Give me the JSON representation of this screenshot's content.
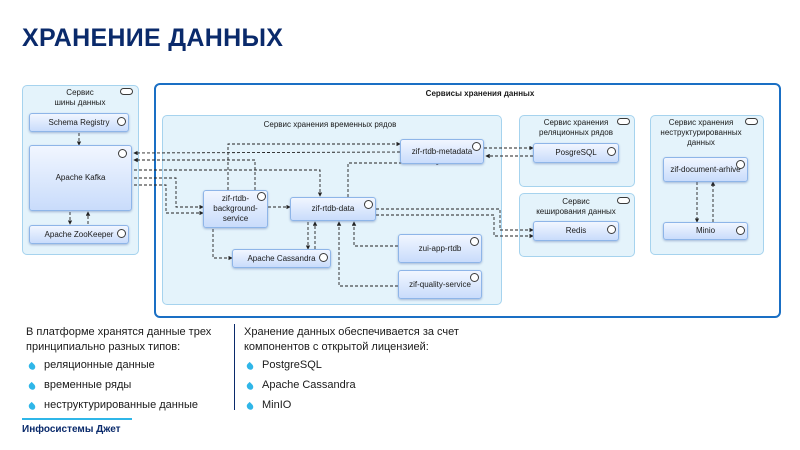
{
  "title": "ХРАНЕНИЕ ДАННЫХ",
  "diagram": {
    "bus_service_label": "Сервис\nшины данных",
    "storage_services_label": "Сервисы хранения данных",
    "timeseries_label": "Сервис хранения временных рядов",
    "relational_label": "Сервис хранения\nреляционных рядов",
    "unstructured_label": "Сервис хранения\nнеструктурированных\nданных",
    "caching_label": "Сервис\nкеширования данных",
    "nodes": {
      "schema_registry": "Schema Registry",
      "kafka": "Apache Kafka",
      "zookeeper": "Apache ZooKeeper",
      "metadata": "zif-rtdb-metadata",
      "background": "zif-rtdb-\nbackground-\nservice",
      "data": "zif-rtdb-data",
      "cassandra": "Apache Cassandra",
      "app": "zui-app-rtdb",
      "quality": "zif-quality-service",
      "postgres": "PosgreSQL",
      "redis": "Redis",
      "archive": "zif-document-arhive",
      "minio": "Minio"
    }
  },
  "left_text": {
    "intro": "В платформе хранятся данные трех\nпринципиально разных типов:",
    "items": [
      "реляционные данные",
      "временные ряды",
      "неструктурированные данные"
    ]
  },
  "right_text": {
    "intro": "Хранение данных обеспечивается за счет\nкомпонентов с открытой лицензией:",
    "items": [
      "PostgreSQL",
      "Apache Cassandra",
      "MinIO"
    ]
  },
  "brand": "Инфосистемы Джет",
  "colors": {
    "accent": "#2fb6e8",
    "brand": "#0a2a6b",
    "frame": "#1a6fc4"
  }
}
